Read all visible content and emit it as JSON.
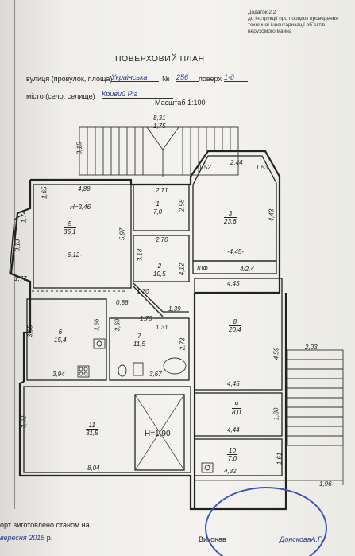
{
  "header": {
    "appendix": "Додаток 2.2",
    "note_line1": "до Інструкції про порядок проведення",
    "note_line2": "технічної інвентаризації об`єктів",
    "note_line3": "нерухомого майна"
  },
  "title": "ПОВЕРХОВИЙ ПЛАН",
  "address": {
    "street_label": "вулиця (провулок, площа)",
    "street_value": "Українська",
    "number_label": "№",
    "number_value": "256",
    "floor_label": "поверх",
    "floor_value": "1-й",
    "city_label": "місто (село, селище)",
    "city_value": "Кривий Ріг"
  },
  "scale": "Масштаб 1:100",
  "dims": {
    "top_total": "8,31",
    "top_porch": "1,75",
    "porch_depth": "3,15",
    "d_488": "4,88",
    "d_165": "1,65",
    "d_174": "1,74",
    "d_597": "5,97",
    "d_313": "3,13",
    "d_177": "1,77",
    "d_271": "2,71",
    "d_258": "2,58",
    "d_270": "2,70",
    "d_318": "3,18",
    "d_412": "4,12",
    "d_152": "1,52",
    "d_244": "2,44",
    "d_153": "1,53",
    "d_443": "4,43",
    "d_088": "0,88",
    "d_170a": "1,70",
    "d_139": "1,39",
    "d_170b": "1,70",
    "d_395": "3,95",
    "d_366": "3,66",
    "d_394": "3,94",
    "d_369": "3,69",
    "d_131": "1,31",
    "d_273": "2,73",
    "d_367": "3,67",
    "d_445a": "4,45",
    "d_459": "4,59",
    "d_445b": "4,45",
    "d_203": "2,03",
    "d_180": "1,80",
    "d_444": "4,44",
    "d_161": "1,61",
    "d_432": "4,32",
    "d_196": "1,96",
    "d_392": "3,92",
    "d_804": "8,04"
  },
  "rooms": {
    "1": {
      "num": "1",
      "area": "7,0"
    },
    "2": {
      "num": "2",
      "area": "10,5"
    },
    "3": {
      "num": "3",
      "area": "23,6",
      "level": "-4,45-"
    },
    "4": {
      "label": "4/2,4",
      "side": "ШФ"
    },
    "5": {
      "num": "5",
      "area": "35,1",
      "height": "H=3,46",
      "level": "-6,12-"
    },
    "6": {
      "num": "6",
      "area": "15,4"
    },
    "7": {
      "num": "7",
      "area": "11,5"
    },
    "8": {
      "num": "8",
      "area": "20,4"
    },
    "9": {
      "num": "9",
      "area": "8,0"
    },
    "10": {
      "num": "10",
      "area": "7,0"
    },
    "11": {
      "num": "11",
      "area": "31,5",
      "pit": "H=1,90"
    }
  },
  "footer": {
    "line1": "орт виготовлено станом на",
    "month": "вересня",
    "year": "2018",
    "year_suffix": "р.",
    "executor_label": "Виконав",
    "executor_name": "ДонсковаА.Г."
  }
}
